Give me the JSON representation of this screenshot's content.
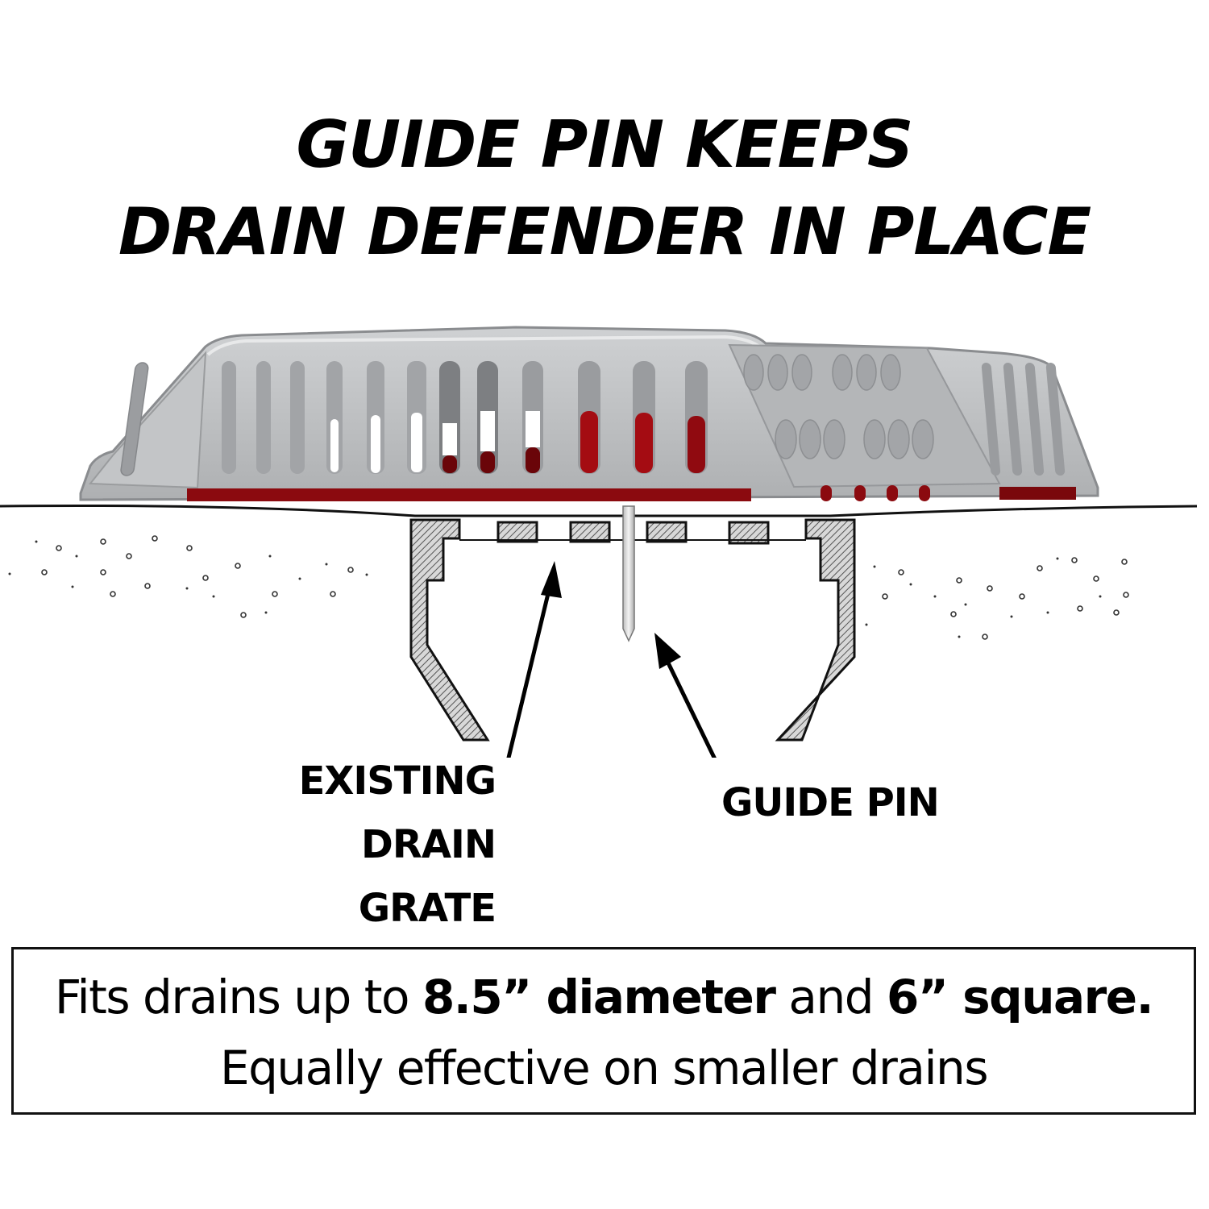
{
  "title": {
    "line1": "GUIDE PIN KEEPS",
    "line2": "DRAIN DEFENDER IN PLACE"
  },
  "labels": {
    "existing_grate": [
      "EXISTING",
      "DRAIN",
      "GRATE"
    ],
    "guide_pin": "GUIDE PIN"
  },
  "info_box": {
    "line1": {
      "part1": "Fits drains up to ",
      "bold1": "8.5” diameter",
      "part2": " and ",
      "bold2": "6” square."
    },
    "line2": "Equally effective on smaller drains"
  },
  "colors": {
    "product_gray": "#b9bbbd",
    "product_dark": "#8e9093",
    "accent_red": "#8b0a0f",
    "ink": "#000000"
  },
  "icons": {
    "arrow_grate": "arrow-up-icon",
    "arrow_pin": "arrow-up-left-icon"
  }
}
